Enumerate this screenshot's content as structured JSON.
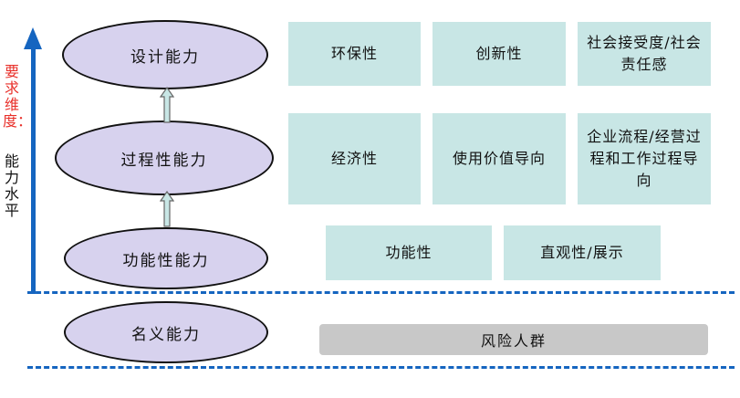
{
  "axis": {
    "label_requirement": "要求维度：",
    "label_level": "能力水平"
  },
  "levels": [
    {
      "name": "设计能力"
    },
    {
      "name": "过程性能力"
    },
    {
      "name": "功能性能力"
    },
    {
      "name": "名义能力"
    }
  ],
  "requirements": {
    "design": [
      "环保性",
      "创新性",
      "社会接受度/社会责任感"
    ],
    "process": [
      "经济性",
      "使用价值导向",
      "企业流程/经营过程和工作过程导向"
    ],
    "functional": [
      "功能性",
      "直观性/展示"
    ],
    "nominal": [
      "风险人群"
    ]
  },
  "colors": {
    "arrow": "#1565c0",
    "requirement_text": "#e8302a",
    "ellipse_fill": "#d7d2ee",
    "box_fill": "#c8e6e5",
    "gray_bar": "#c8c8c8"
  }
}
